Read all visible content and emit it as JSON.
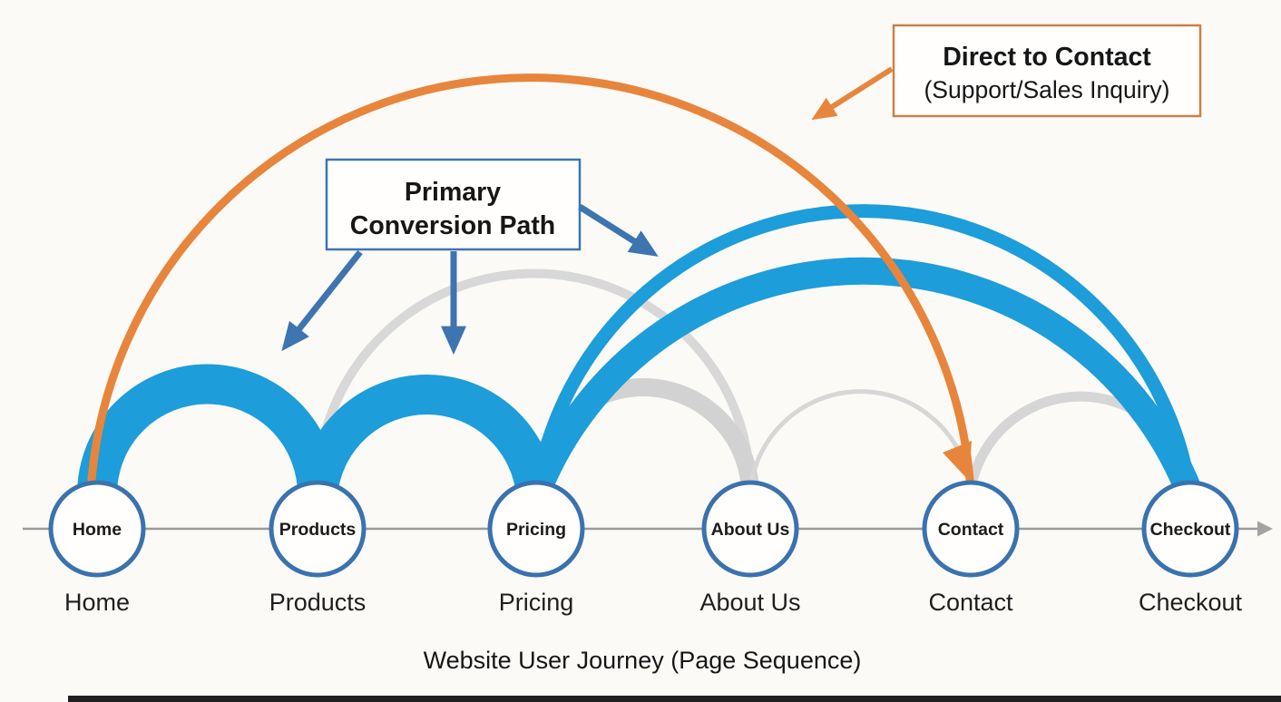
{
  "title": "Website User Journey (Page Sequence)",
  "nodes": [
    {
      "label": "Home",
      "caption": "Home"
    },
    {
      "label": "Products",
      "caption": "Products"
    },
    {
      "label": "Pricing",
      "caption": "Pricing"
    },
    {
      "label": "About Us",
      "caption": "About Us"
    },
    {
      "label": "Contact",
      "caption": "Contact"
    },
    {
      "label": "Checkout",
      "caption": "Checkout"
    }
  ],
  "callouts": {
    "primary": {
      "line1": "Primary",
      "line2": "Conversion Path"
    },
    "direct": {
      "line1": "Direct to Contact",
      "line2": "(Support/Sales Inquiry)"
    }
  },
  "edges": [
    {
      "from": "Home",
      "to": "Products",
      "type": "primary-conversion-path"
    },
    {
      "from": "Products",
      "to": "Pricing",
      "type": "primary-conversion-path"
    },
    {
      "from": "Pricing",
      "to": "Checkout",
      "type": "primary-conversion-path"
    },
    {
      "from": "Products",
      "to": "About Us",
      "type": "secondary-path"
    },
    {
      "from": "Pricing",
      "to": "About Us",
      "type": "secondary-path"
    },
    {
      "from": "About Us",
      "to": "Contact",
      "type": "secondary-path"
    },
    {
      "from": "Contact",
      "to": "Checkout",
      "type": "secondary-path"
    },
    {
      "from": "Home",
      "to": "Contact",
      "type": "direct-to-contact"
    }
  ],
  "colors": {
    "primary_blue": "#1d9dd9",
    "steel_blue": "#3e74b0",
    "secondary_gray": "#d6d6d6",
    "direct_orange": "#e8853c",
    "orange_box_border": "#cc8147",
    "axis_gray": "#9a9a9a",
    "text": "#1c1c1c"
  }
}
